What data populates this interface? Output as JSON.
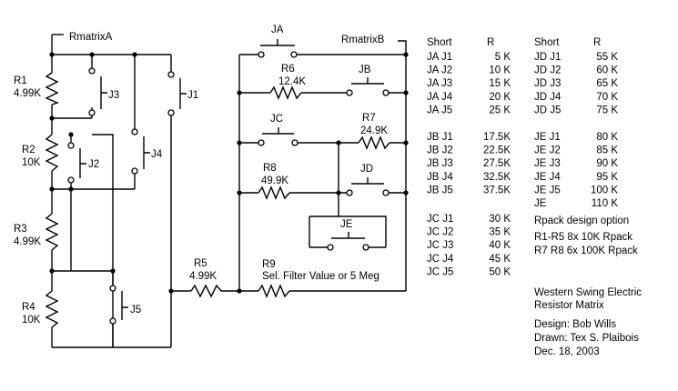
{
  "labels": {
    "rmatrix_a": "RmatrixA",
    "rmatrix_b": "RmatrixB",
    "r1_name": "R1",
    "r1_value": "4.99K",
    "r2_name": "R2",
    "r2_value": "10K",
    "r3_name": "R3",
    "r3_value": "4.99K",
    "r4_name": "R4",
    "r4_value": "10K",
    "r5_name": "R5",
    "r5_value": "4.99K",
    "r6_name": "R6",
    "r6_value": "12.4K",
    "r7_name": "R7",
    "r7_value": "24.9K",
    "r8_name": "R8",
    "r8_value": "49.9K",
    "r9_name": "R9",
    "r9_value": "Sel. Filter Value or 5 Meg",
    "j1": "J1",
    "j2": "J2",
    "j3": "J3",
    "j4": "J4",
    "j5": "J5",
    "ja": "JA",
    "jb": "JB",
    "jc": "JC",
    "jd": "JD",
    "je": "JE"
  },
  "table": {
    "col_short": "Short",
    "col_r": "R",
    "groups_left": [
      [
        [
          "JA J1",
          "5 K"
        ],
        [
          "JA J2",
          "10 K"
        ],
        [
          "JA J3",
          "15 K"
        ],
        [
          "JA J4",
          "20 K"
        ],
        [
          "JA J5",
          "25 K"
        ]
      ],
      [
        [
          "JB J1",
          "17.5K"
        ],
        [
          "JB J2",
          "22.5K"
        ],
        [
          "JB J3",
          "27.5K"
        ],
        [
          "JB J4",
          "32.5K"
        ],
        [
          "JB J5",
          "37.5K"
        ]
      ],
      [
        [
          "JC J1",
          "30 K"
        ],
        [
          "JC J2",
          "35 K"
        ],
        [
          "JC J3",
          "40 K"
        ],
        [
          "JC J4",
          "45 K"
        ],
        [
          "JC J5",
          "50 K"
        ]
      ]
    ],
    "groups_right": [
      [
        [
          "JD J1",
          "55 K"
        ],
        [
          "JD J2",
          "60 K"
        ],
        [
          "JD J3",
          "65 K"
        ],
        [
          "JD J4",
          "70 K"
        ],
        [
          "JD J5",
          "75 K"
        ]
      ],
      [
        [
          "JE J1",
          "80 K"
        ],
        [
          "JE J2",
          "85 K"
        ],
        [
          "JE J3",
          "90 K"
        ],
        [
          "JE J4",
          "95 K"
        ],
        [
          "JE J5",
          "100 K"
        ],
        [
          "JE",
          "110 K"
        ]
      ]
    ]
  },
  "notes": {
    "rpack_title": "Rpack design option",
    "rpack_line1": "R1-R5 8x  10K Rpack",
    "rpack_line2": "R7 R8 6x 100K Rpack",
    "title_line1": "Western Swing Electric",
    "title_line2": "Resistor Matrix",
    "design": "Design: Bob Wills",
    "drawn": "Drawn: Tex S. Plaibois",
    "date": "Dec. 18, 2003"
  }
}
